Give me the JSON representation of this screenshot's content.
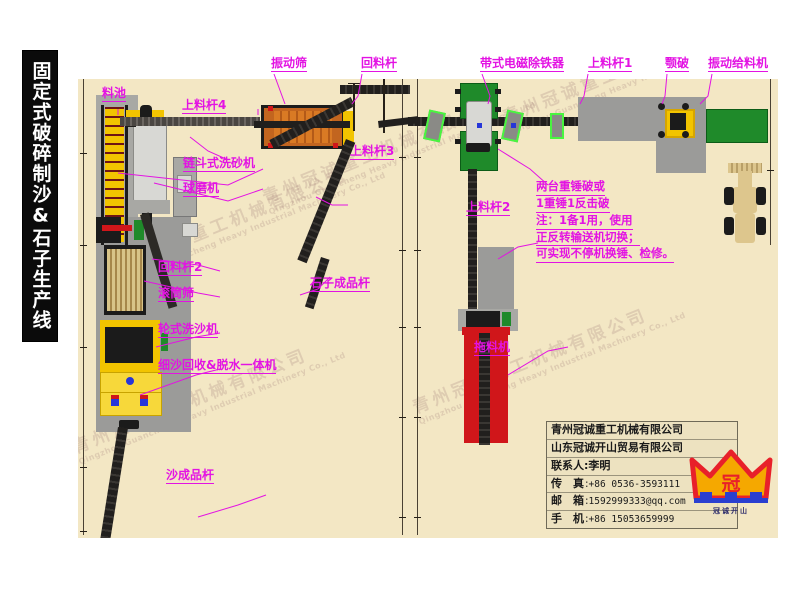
{
  "title": {
    "vertical_banner": "固定式破碎制沙&石子生产线"
  },
  "watermark": {
    "cn": "青州冠诚重工机械有限公司",
    "en": "Qingzhou Guancheng Heavy Industrial Machinery Co., Ltd"
  },
  "labels": {
    "material_pool": "料池",
    "feed_rod_4": "上料杆4",
    "chain_bucket_sand_washer": "链斗式洗砂机",
    "ball_mill": "球磨机",
    "return_rod_2": "回料杆2",
    "drum_screen": "滚筒筛",
    "wheel_sand_washer": "轮式洗沙机",
    "fine_sand_recovery": "细沙回收&脱水一体机",
    "sand_product_rod": "沙成品杆",
    "vibrating_screen": "振动筛",
    "return_rod": "回料杆",
    "feed_rod_3": "上料杆3",
    "stone_product_rod": "石子成品杆",
    "feed_rod_2": "上料杆2",
    "material_puller": "拖料机",
    "belt_magnetic_separator": "带式电磁除铁器",
    "feed_rod_1": "上料杆1",
    "jaw_crusher": "颚破",
    "vibrating_feeder": "振动给料机"
  },
  "note": {
    "line1": "两台重锤破或",
    "line2": "1重锤1反击破",
    "line3": "注：1备1用，使用",
    "line4": "正反转输送机切换；",
    "line5": "可实现不停机换锤、检修。"
  },
  "contact": {
    "company1": "青州冠诚重工机械有限公司",
    "company2": "山东冠诚开山贸易有限公司",
    "contact_label": "联系人",
    "contact_name": "李明",
    "fax_label": "传　真",
    "fax_value": "+86  0536-3593111",
    "email_label": "邮　箱",
    "email_value": "1592999333@qq.com",
    "mobile_label": "手　机",
    "mobile_value": "+86  15053659999"
  },
  "logo": {
    "caption": "冠诚开山"
  },
  "colors": {
    "canvas": "#f3e7c4",
    "callout": "#e313e3",
    "banner": "#0b0b0b",
    "green_machine": "#1f8a2a",
    "yellow_machine": "#f2c400",
    "orange_screen": "#c2651f",
    "red_belt": "#d0161a",
    "gray_pad": "#9b9b99"
  }
}
